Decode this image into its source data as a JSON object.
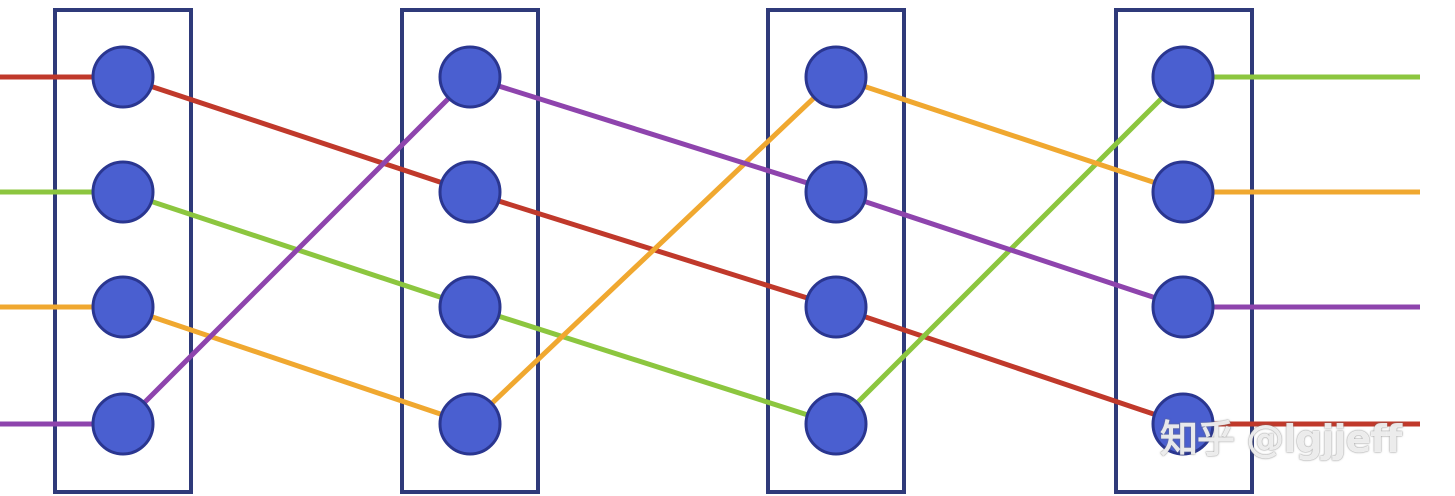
{
  "diagram": {
    "stage_count": 4,
    "nodes_per_stage": 4,
    "colors": {
      "frame": "#2f3a7a",
      "node_fill": "#4a5fd0",
      "node_stroke": "#2a3690",
      "red": "#c0392b",
      "green": "#8cc63f",
      "orange": "#f0a830",
      "purple": "#8e44ad"
    },
    "paths": [
      {
        "color": "red",
        "input_row": 0,
        "rows": [
          0,
          1,
          2,
          3
        ]
      },
      {
        "color": "green",
        "input_row": 1,
        "rows": [
          1,
          2,
          3,
          0
        ]
      },
      {
        "color": "orange",
        "input_row": 2,
        "rows": [
          2,
          3,
          0,
          1
        ]
      },
      {
        "color": "purple",
        "input_row": 3,
        "rows": [
          3,
          0,
          1,
          2
        ]
      }
    ]
  },
  "watermark": "知乎 @lgjjeff"
}
